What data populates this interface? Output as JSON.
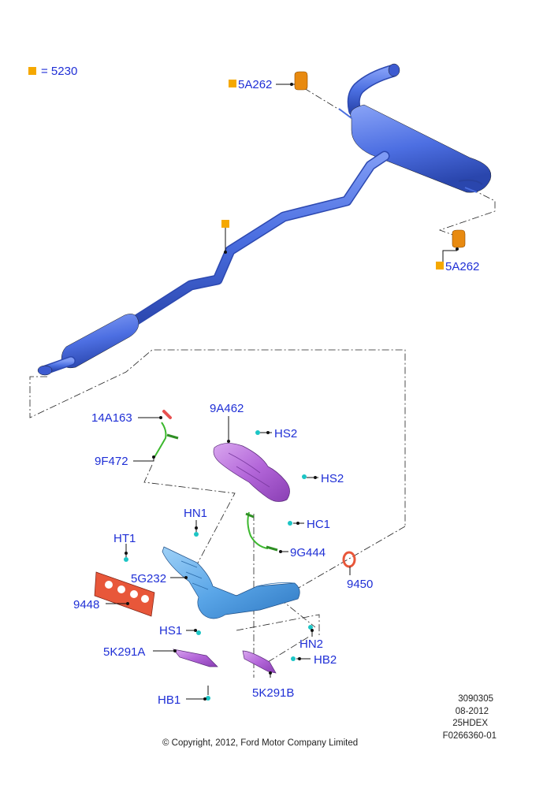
{
  "legend": {
    "marker_color": "#f5a800",
    "text": "= 5230"
  },
  "parts": {
    "hanger_rear_top": "5A262",
    "hanger_rear_right": "5A262",
    "clamp": "14A163",
    "oxygen_sensor_front": "9F472",
    "heat_shield": "9A462",
    "hs2_upper": "HS2",
    "hs2_lower": "HS2",
    "hn1": "HN1",
    "hc1": "HC1",
    "ht1": "HT1",
    "oxygen_sensor_rear": "9G444",
    "manifold": "5G232",
    "gasket_flange": "9450",
    "gasket_manifold": "9448",
    "hs1": "HS1",
    "hn2": "HN2",
    "bracket_left": "5K291A",
    "hb2": "HB2",
    "hb1": "HB1",
    "bracket_right": "5K291B"
  },
  "meta": {
    "line1": "3090305",
    "line2": "08-2012",
    "line3": "25HDEX",
    "line4": "F0266360-01"
  },
  "copyright": "© Copyright, 2012, Ford Motor Company Limited",
  "colors": {
    "exhaust": "#4a6ee0",
    "label": "#1f2fd6",
    "heat_shield": "#b25fd8",
    "manifold": "#59a8ea",
    "gasket": "#e8573a",
    "sensor": "#3cb82e",
    "fastener": "#1cc5c5",
    "hanger": "#e88a10"
  }
}
